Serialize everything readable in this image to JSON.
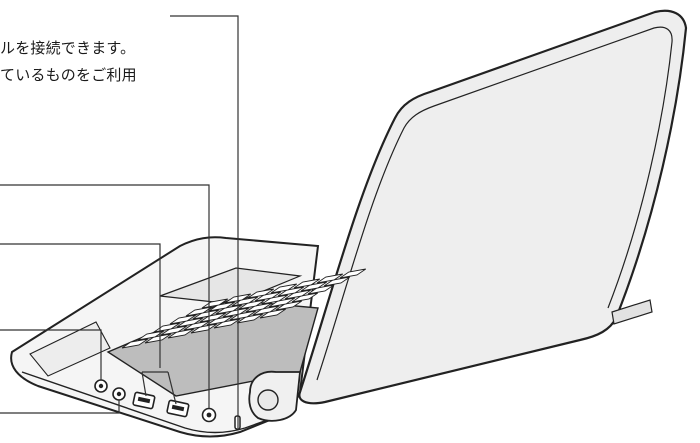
{
  "description": {
    "line1": "ルを接続できます。",
    "line2": "ているものをご利用"
  },
  "colors": {
    "outline": "#222222",
    "lid_fill": "#eeeeee",
    "keyboard": "#bdbdbd",
    "key": "#ffffff",
    "leader": "#333333"
  },
  "icons": [
    "laptop-illustration",
    "usb-port-icon",
    "audio-jack-icon",
    "power-jack-icon",
    "security-lock-slot-icon"
  ]
}
